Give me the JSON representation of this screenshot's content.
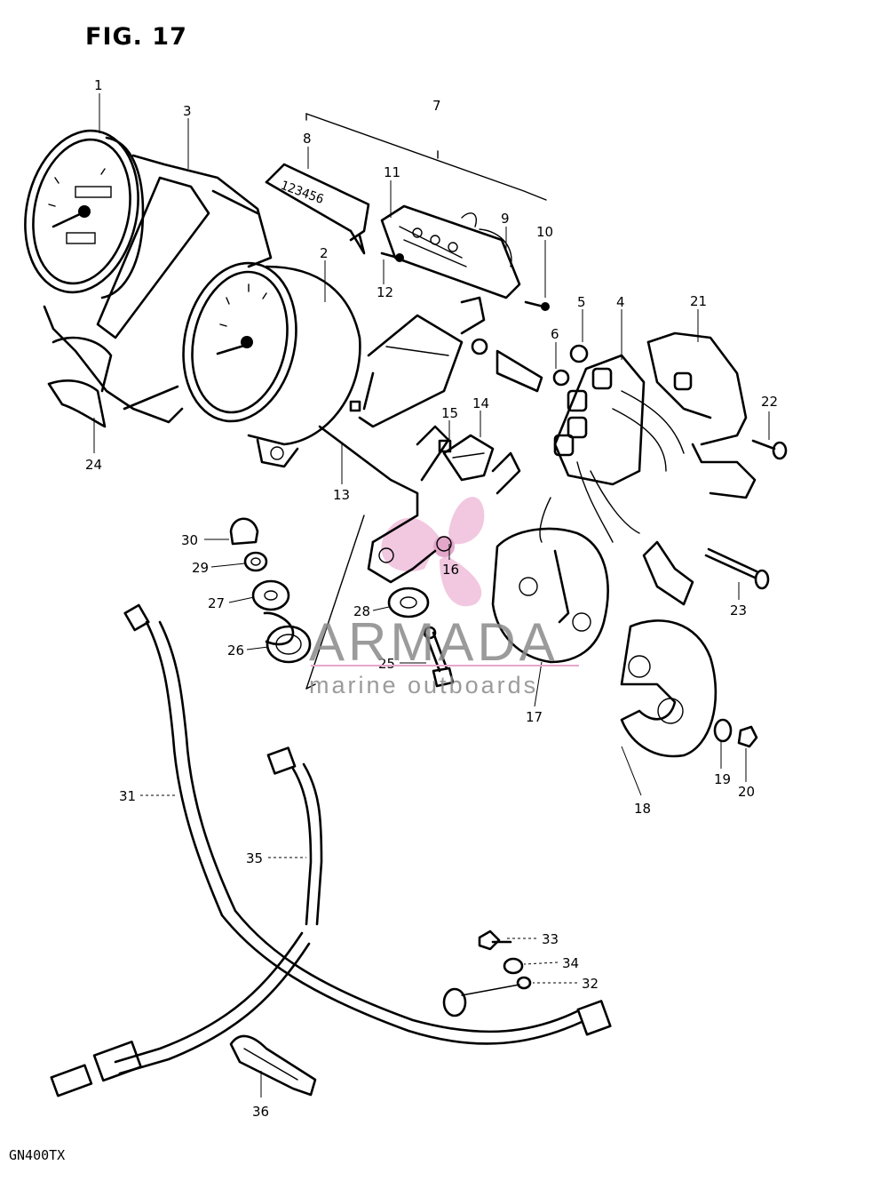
{
  "figure": {
    "title": "FIG. 17",
    "model": "GN400TX"
  },
  "watermark": {
    "brand": "ARMADA",
    "tagline": "marine outboards",
    "accent_color": "#e6a6cc"
  },
  "callouts": [
    "1",
    "2",
    "3",
    "4",
    "5",
    "6",
    "7",
    "8",
    "9",
    "10",
    "11",
    "12",
    "13",
    "14",
    "15",
    "16",
    "17",
    "18",
    "19",
    "20",
    "21",
    "22",
    "23",
    "24",
    "25",
    "26",
    "27",
    "28",
    "29",
    "30",
    "31",
    "32",
    "33",
    "34",
    "35",
    "36"
  ],
  "colors": {
    "ink": "#000000",
    "paper": "#ffffff",
    "watermark_text": "#8a8a8a"
  }
}
